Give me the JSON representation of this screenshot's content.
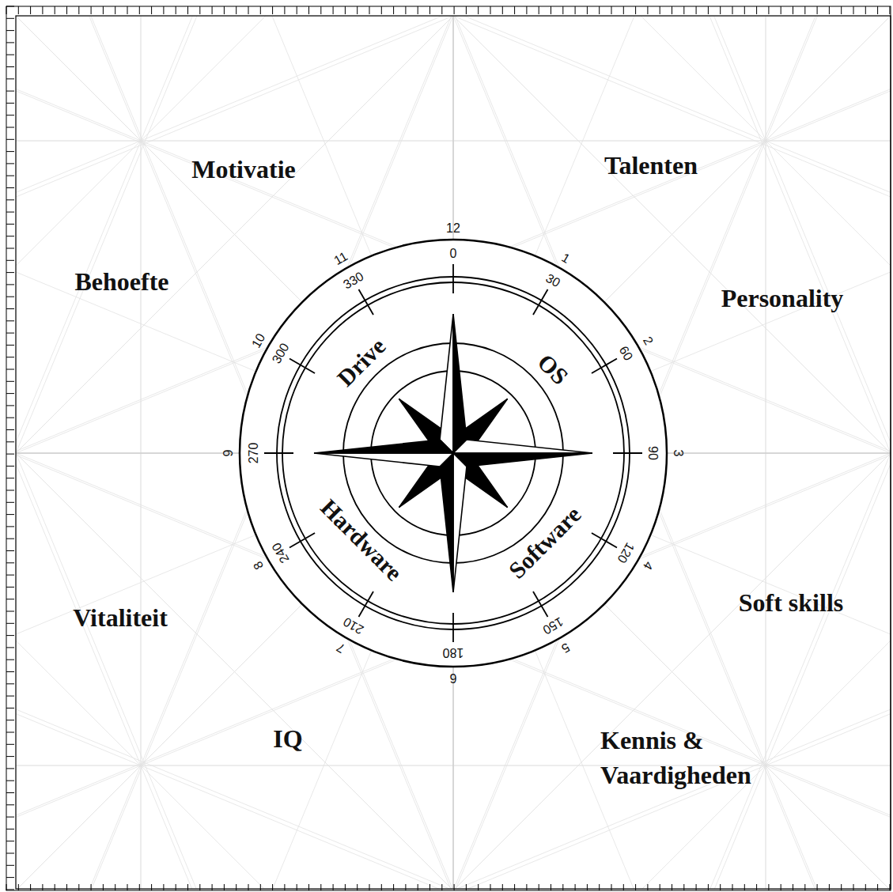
{
  "diagram": {
    "labels": [
      "Motivatie",
      "Talenten",
      "Behoefte",
      "Personality",
      "Vitaliteit",
      "Soft skills",
      "IQ",
      "Kennis & Vaardigheden",
      "Drive",
      "OS",
      "Hardware",
      "Software",
      "12",
      "1",
      "2",
      "3",
      "4",
      "5",
      "6",
      "7",
      "8",
      "9",
      "10",
      "11",
      "0",
      "30",
      "60",
      "90",
      "120",
      "150",
      "180",
      "210",
      "240",
      "270",
      "300",
      "330"
    ]
  }
}
